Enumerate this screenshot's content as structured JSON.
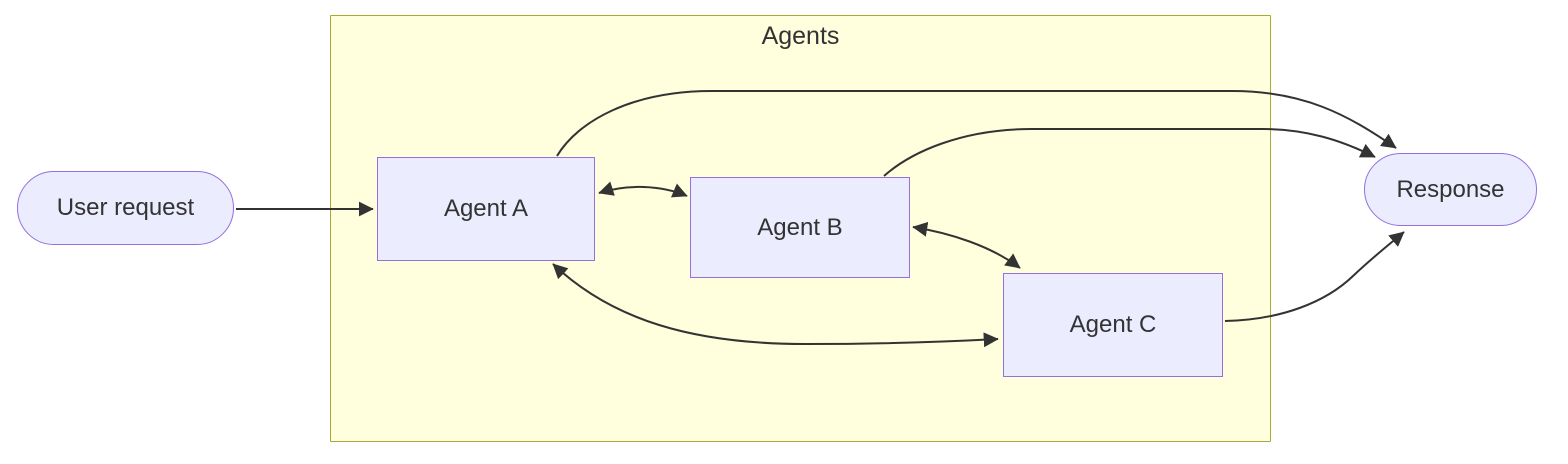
{
  "diagram": {
    "type": "flowchart",
    "direction": "left-to-right",
    "cluster": {
      "label": "Agents"
    },
    "nodes": {
      "user_request": {
        "label": "User request",
        "shape": "stadium"
      },
      "agent_a": {
        "label": "Agent A",
        "shape": "rectangle",
        "cluster": "Agents"
      },
      "agent_b": {
        "label": "Agent B",
        "shape": "rectangle",
        "cluster": "Agents"
      },
      "agent_c": {
        "label": "Agent C",
        "shape": "rectangle",
        "cluster": "Agents"
      },
      "response": {
        "label": "Response",
        "shape": "stadium"
      }
    },
    "edges": [
      {
        "from": "User request",
        "to": "Agent A",
        "bidirectional": false
      },
      {
        "from": "Agent A",
        "to": "Agent B",
        "bidirectional": true
      },
      {
        "from": "Agent B",
        "to": "Agent C",
        "bidirectional": true
      },
      {
        "from": "Agent A",
        "to": "Agent C",
        "bidirectional": true
      },
      {
        "from": "Agent A",
        "to": "Response",
        "bidirectional": false
      },
      {
        "from": "Agent B",
        "to": "Response",
        "bidirectional": false
      },
      {
        "from": "Agent C",
        "to": "Response",
        "bidirectional": false
      }
    ],
    "colors": {
      "node_fill": "#ECECFF",
      "node_border": "#9370DB",
      "cluster_fill": "#FFFFDE",
      "cluster_border": "#AAAA33",
      "edge": "#333333",
      "text": "#333333",
      "background": "#FFFFFF"
    }
  }
}
